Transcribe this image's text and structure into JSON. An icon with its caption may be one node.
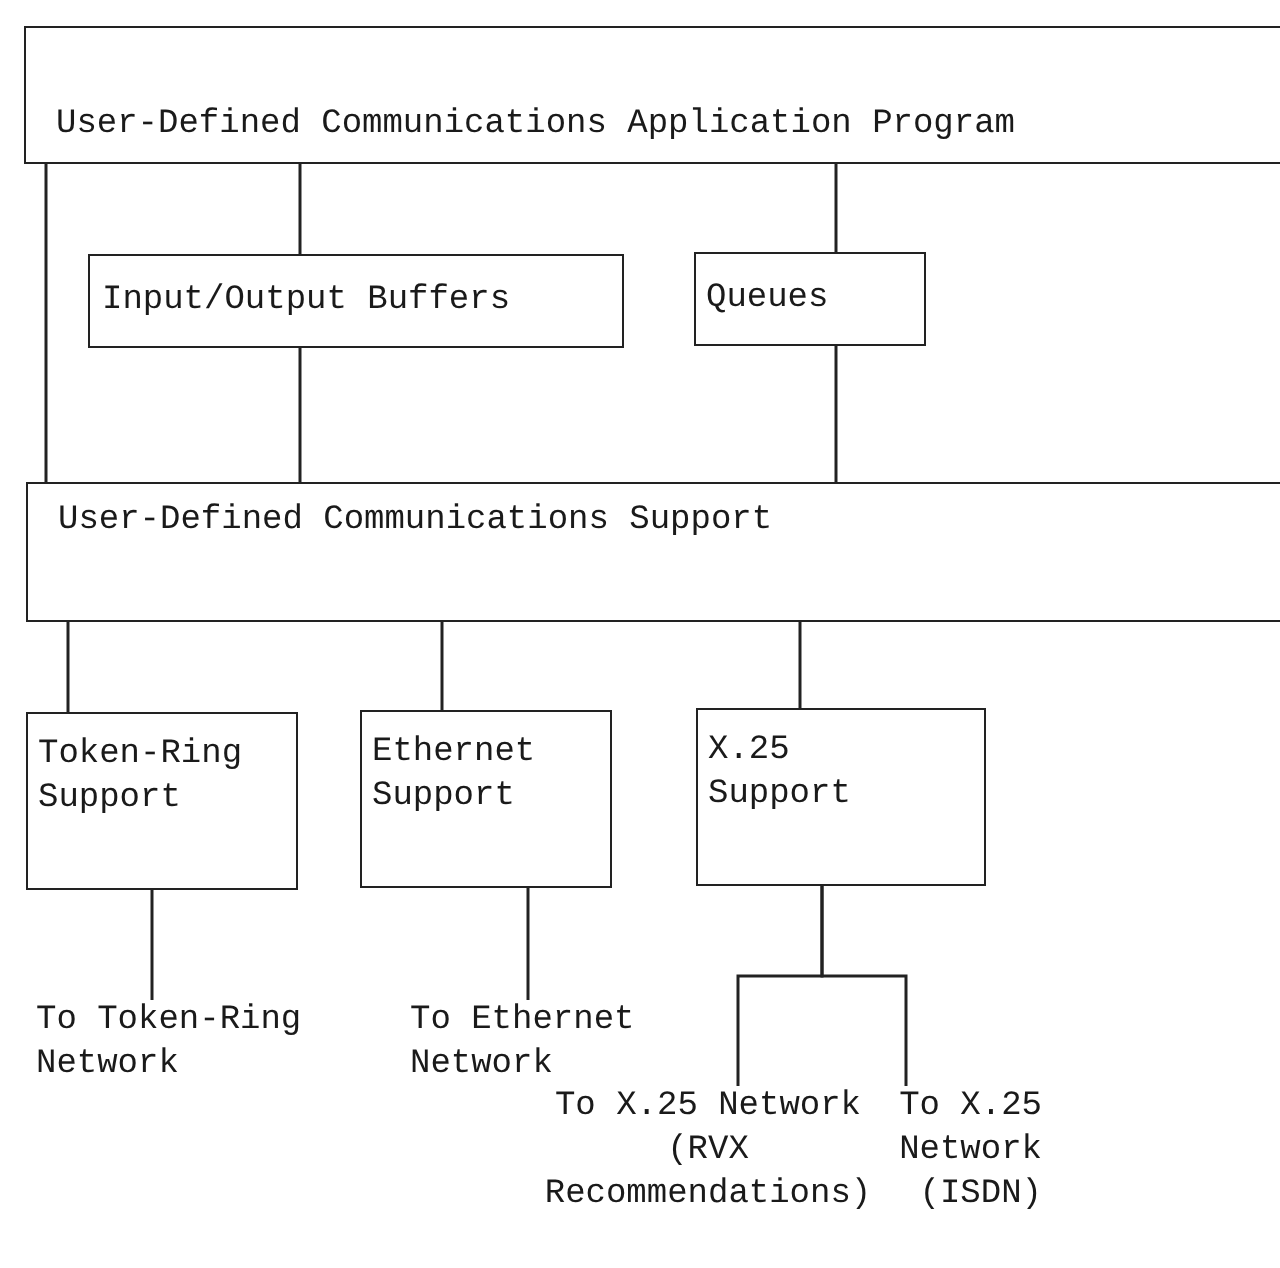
{
  "diagram": {
    "nodes": [
      {
        "text": [
          "User-Defined Communications Application Program"
        ]
      },
      {
        "text": [
          "Input/Output Buffers"
        ]
      },
      {
        "text": [
          "Queues"
        ]
      },
      {
        "text": [
          "User-Defined Communications Support"
        ]
      },
      {
        "text": [
          "Token-Ring Support"
        ]
      },
      {
        "text": [
          "Ethernet Support"
        ]
      },
      {
        "text": [
          "X.25 Support"
        ]
      },
      {
        "text": [
          "To Token-Ring Network"
        ]
      },
      {
        "text": [
          "To Ethernet Network"
        ]
      },
      {
        "text": [
          "To X.25 Network (RVX Recommendations)"
        ]
      },
      {
        "text": [
          "To X.25 Network (ISDN)"
        ]
      }
    ],
    "edges": [
      {
        "from": 0,
        "to": 3,
        "arrow": "none"
      },
      {
        "from": 0,
        "to": 1,
        "arrow": "none"
      },
      {
        "from": 1,
        "to": 3,
        "arrow": "none"
      },
      {
        "from": 0,
        "to": 2,
        "arrow": "none"
      },
      {
        "from": 2,
        "to": 3,
        "arrow": "none"
      },
      {
        "from": 3,
        "to": 4,
        "arrow": "none"
      },
      {
        "from": 3,
        "to": 5,
        "arrow": "none"
      },
      {
        "from": 3,
        "to": 6,
        "arrow": "none"
      },
      {
        "from": 4,
        "to": 7,
        "arrow": "none"
      },
      {
        "from": 5,
        "to": 8,
        "arrow": "none"
      },
      {
        "from": 6,
        "to": 9,
        "arrow": "none"
      },
      {
        "from": 6,
        "to": 10,
        "arrow": "none"
      }
    ]
  }
}
